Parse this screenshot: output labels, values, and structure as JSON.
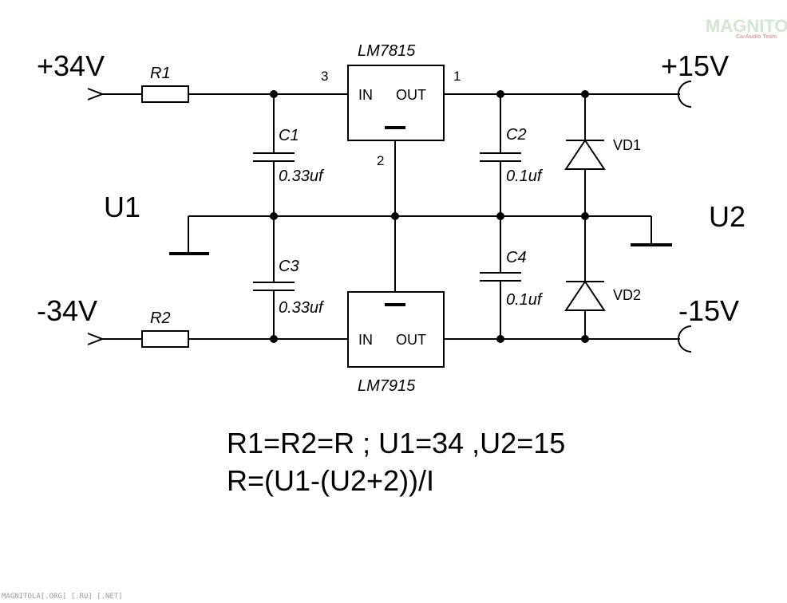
{
  "labels": {
    "vin_pos": "+34V",
    "vin_neg": "-34V",
    "vout_pos": "+15V",
    "vout_neg": "-15V",
    "u1": "U1",
    "u2": "U2",
    "r1": "R1",
    "r2": "R2",
    "c1": "C1",
    "c1_value": "0.33uf",
    "c2": "C2",
    "c2_value": "0.1uf",
    "c3": "C3",
    "c3_value": "0.33uf",
    "c4": "C4",
    "c4_value": "0.1uf",
    "vd1": "VD1",
    "vd2": "VD2",
    "reg_pos": "LM7815",
    "reg_neg": "LM7915",
    "pin_in": "IN",
    "pin_out": "OUT",
    "pin3": "3",
    "pin1": "1",
    "pin2": "2"
  },
  "formulas": {
    "line1": "R1=R2=R ; U1=34 ,U2=15",
    "line2": "R=(U1-(U2+2))/I"
  },
  "watermark": {
    "logo": "MAGNITOLA",
    "logo_sub": "CarAudio Team",
    "footer": "MAGNITOLA[.ORG] [.RU] [.NET]"
  }
}
